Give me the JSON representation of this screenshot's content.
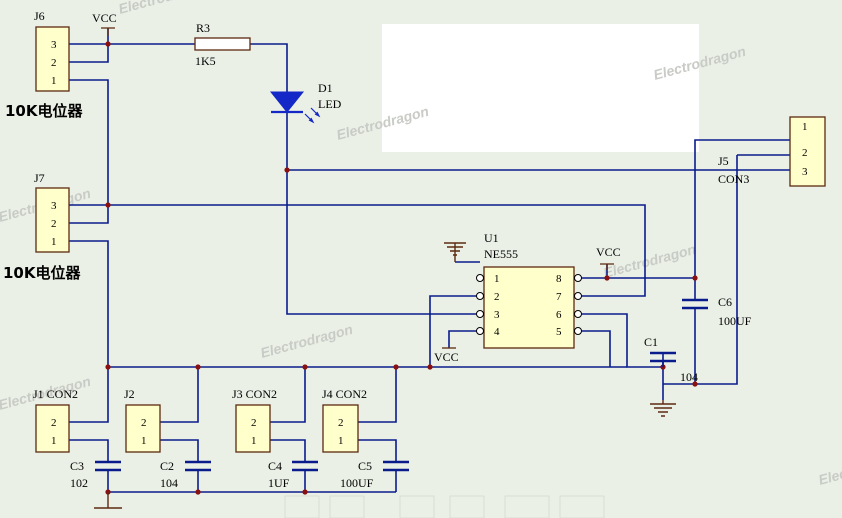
{
  "labels": {
    "j6": "J6",
    "j7": "J7",
    "vcc_top": "VCC",
    "vcc_u1": "VCC",
    "vcc_mid": "VCC",
    "r3": "R3",
    "r3_val": "1K5",
    "d1": "D1",
    "d1_val": "LED",
    "pot1": "10K电位器",
    "pot2": "10K电位器",
    "j5": "J5",
    "j5_val": "CON3",
    "u1": "U1",
    "u1_val": "NE555",
    "c1": "C1",
    "c1_val": "104",
    "c6": "C6",
    "c6_val": "100UF",
    "j1": "J1 CON2",
    "j2": "J2",
    "j3": "J3 CON2",
    "j4": "J4 CON2",
    "c3": "C3",
    "c3_val": "102",
    "c2": "C2",
    "c2_val": "104",
    "c4": "C4",
    "c4_val": "1UF",
    "c5": "C5",
    "c5_val": "100UF"
  },
  "pins": {
    "con3": [
      "3",
      "2",
      "1"
    ],
    "j5": [
      "1",
      "2",
      "3"
    ],
    "con2": [
      "2",
      "1"
    ],
    "u1_left": [
      "1",
      "2",
      "3",
      "4"
    ],
    "u1_right": [
      "8",
      "7",
      "6",
      "5"
    ]
  },
  "watermark": "Electrodragon",
  "colors": {
    "background": "#eaf0e6",
    "wire": "#0a1c8c",
    "part": "#5c2a10",
    "component_fill": "#ffffcc",
    "led": "#1428c8"
  }
}
